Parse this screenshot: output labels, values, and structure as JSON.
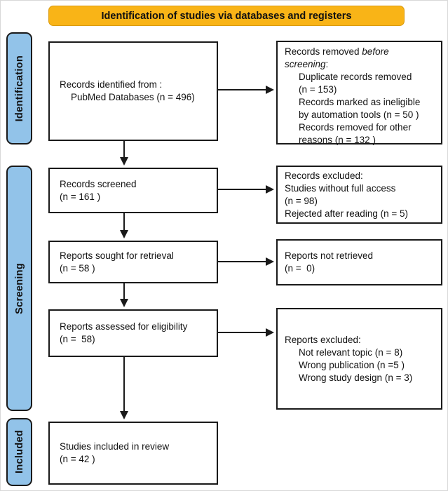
{
  "banner": {
    "label": "Identification of studies via databases and registers"
  },
  "sidebar": {
    "identification": "Identification",
    "screening": "Screening",
    "included": "Included"
  },
  "flow": {
    "identified": {
      "line1": "Records identified from :",
      "line2": "PubMed Databases (n = 496)"
    },
    "removed": {
      "l1_regular": "Records removed ",
      "l1_italic": "before",
      "l2_italic": "screening",
      "l2_suffix": ":",
      "lines": [
        "Duplicate records removed",
        "(n = 153)",
        "Records marked as ineligible",
        "by automation tools (n = 50 )",
        "Records removed for other",
        "reasons (n = 132 )"
      ]
    },
    "screened": {
      "line1": "Records screened",
      "line2": "(n = 161 )"
    },
    "records_excluded": {
      "lines": [
        "Records excluded:",
        "Studies without full access",
        "(n = 98)",
        "Rejected after reading (n = 5)"
      ]
    },
    "sought": {
      "line1": "Reports sought for retrieval",
      "line2": "(n = 58 )"
    },
    "not_retrieved": {
      "line1": "Reports not retrieved",
      "line2": "(n =  0)"
    },
    "assessed": {
      "line1": "Reports assessed for eligibility",
      "line2": "(n =  58)"
    },
    "reports_excluded": {
      "title": "Reports excluded:",
      "items": [
        "Not relevant topic (n = 8)",
        "Wrong publication (n =5 )",
        "Wrong study design (n = 3)"
      ]
    },
    "included_box": {
      "line1": "Studies included in review",
      "line2": "(n = 42 )"
    }
  },
  "colors": {
    "banner_bg": "#F9B417",
    "sidebar_bg": "#92C3E9",
    "border": "#1A1A1A"
  }
}
